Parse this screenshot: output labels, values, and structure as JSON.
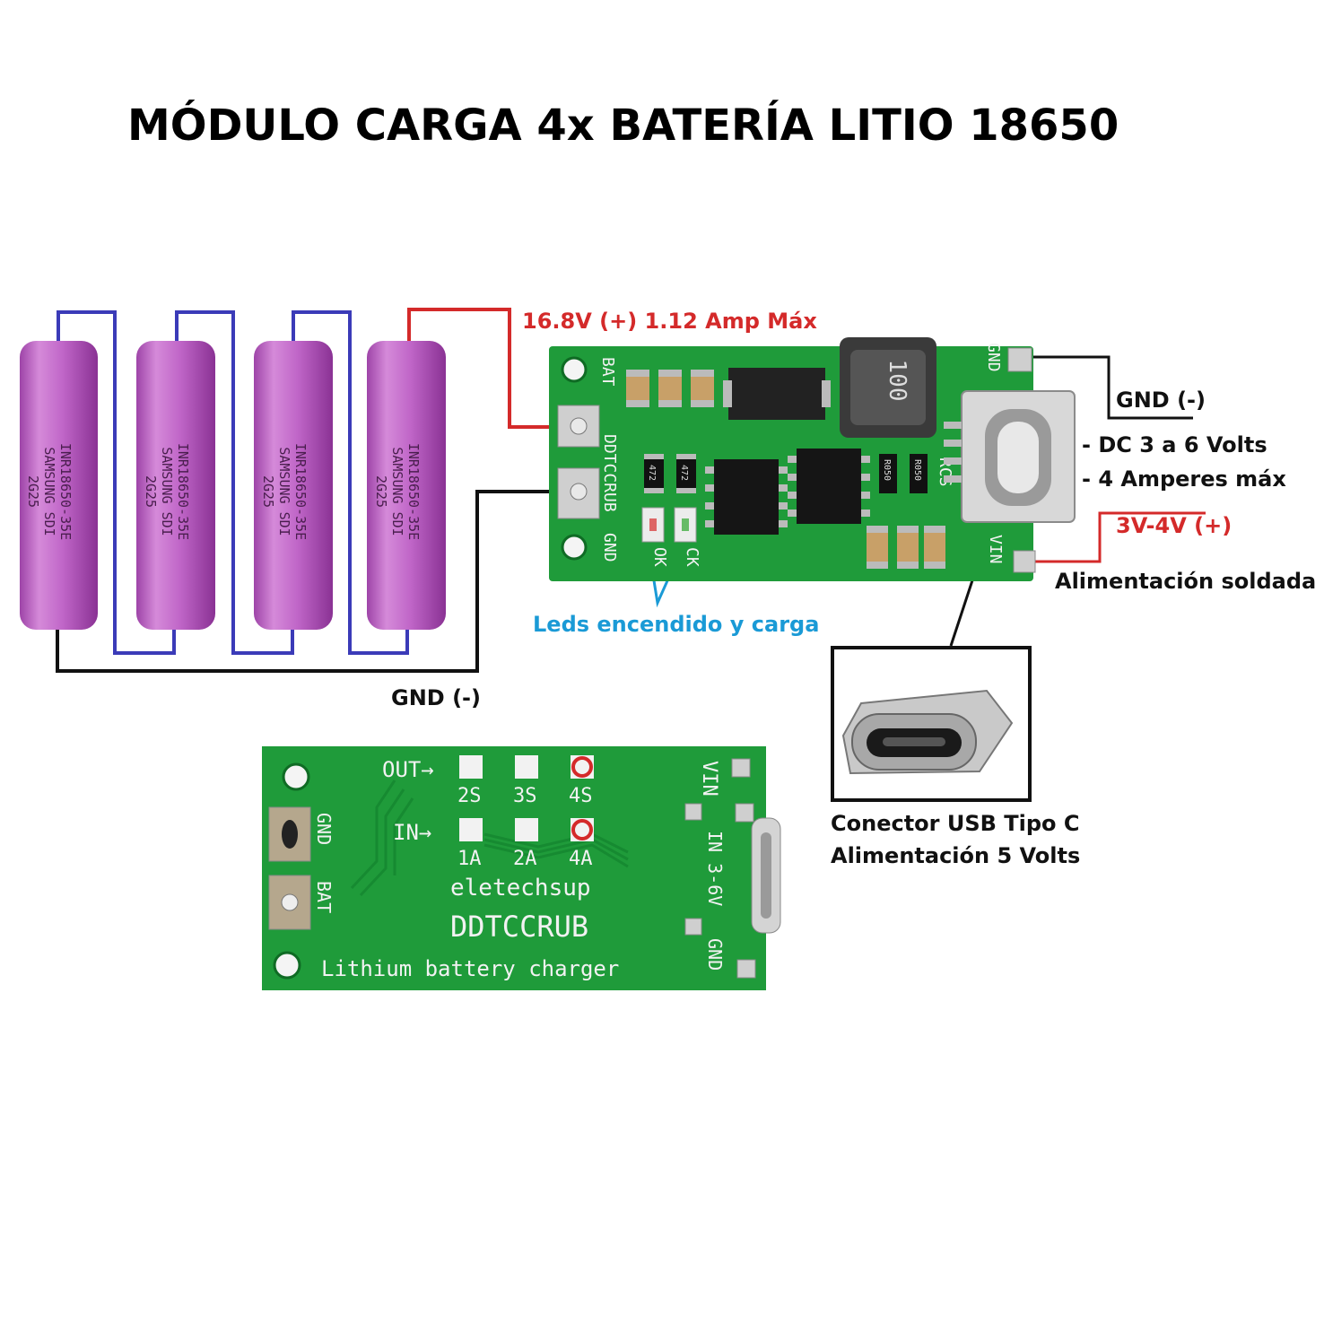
{
  "title": "MÓDULO CARGA 4x BATERÍA LITIO 18650",
  "colors": {
    "battery": "#c066c8",
    "pcb": "#1f9b3a",
    "wire_pos": "#d42a2a",
    "wire_neg": "#111111",
    "wire_link": "#3b3bb8",
    "led_label": "#1a9ad6"
  },
  "labels": {
    "bat_positive": "16.8V (+) 1.12 Amp Máx",
    "gnd_top": "GND (-)",
    "dc_range": "- DC 3 a 6 Volts",
    "amps_max": "- 4 Amperes máx",
    "vin_range": "3V-4V (+)",
    "soldered_power": "Alimentación soldada",
    "leds": "Leds encendido y carga",
    "gnd_bottom": "GND (-)",
    "usb_line1": "Conector USB Tipo C",
    "usb_line2": "Alimentación 5 Volts"
  },
  "batteries": [
    {
      "line1": "INR18650-35E",
      "line2": "SAMSUNG SDI",
      "line3": "2G25"
    },
    {
      "line1": "INR18650-35E",
      "line2": "SAMSUNG SDI",
      "line3": "2G25"
    },
    {
      "line1": "INR18650-35E",
      "line2": "SAMSUNG SDI",
      "line3": "2G25"
    },
    {
      "line1": "INR18650-35E",
      "line2": "SAMSUNG SDI",
      "line3": "2G25"
    }
  ],
  "board_top": {
    "bat": "BAT",
    "name": "DDTCCRUB",
    "gnd_left": "GND",
    "gnd_right": "GND",
    "inductor": "100",
    "rcs": "RCS",
    "r050": "R050",
    "r472": "472",
    "vin": "VIN",
    "ok": "OK",
    "ck": "CK"
  },
  "board_bottom": {
    "out": "OUT→",
    "in": "IN→",
    "outputs": [
      "2S",
      "3S",
      "4S"
    ],
    "currents": [
      "1A",
      "2A",
      "4A"
    ],
    "brand": "eletechsup",
    "model": "DDTCCRUB",
    "desc": "Lithium battery charger",
    "gnd": "GND",
    "bat": "BAT",
    "vin": "VIN",
    "in_range": "IN 3-6V",
    "gnd_right": "GND"
  }
}
